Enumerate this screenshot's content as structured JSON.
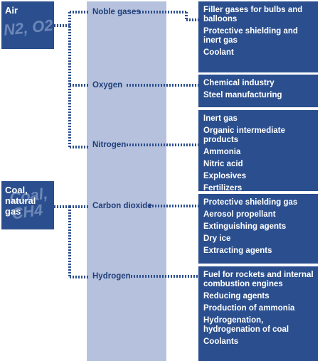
{
  "sources": [
    {
      "label": "Air",
      "formula": "N2, O2"
    },
    {
      "label": "Coal,\nnatural gas",
      "formula": "Coal, CH4"
    }
  ],
  "gases": [
    {
      "name": "Noble gases",
      "uses": [
        "Filler gases for bulbs and balloons",
        "Protective shielding and inert gas",
        "Coolant"
      ]
    },
    {
      "name": "Oxygen",
      "uses": [
        "Chemical industry",
        "Steel manufacturing"
      ]
    },
    {
      "name": "Nitrogen",
      "uses": [
        "Inert gas",
        "Organic intermediate products",
        "Ammonia",
        "Nitric acid",
        "Explosives",
        "Fertilizers"
      ]
    },
    {
      "name": "Carbon dioxide",
      "uses": [
        "Protective shielding gas",
        "Aerosol propellant",
        "Extinguishing agents",
        "Dry ice",
        "Extracting agents"
      ]
    },
    {
      "name": "Hydrogen",
      "uses": [
        "Fuel for rockets and internal combustion engines",
        "Reducing agents",
        "Production of ammonia",
        "Hydrogenation, hydrogenation of coal",
        "Coolants"
      ]
    }
  ]
}
